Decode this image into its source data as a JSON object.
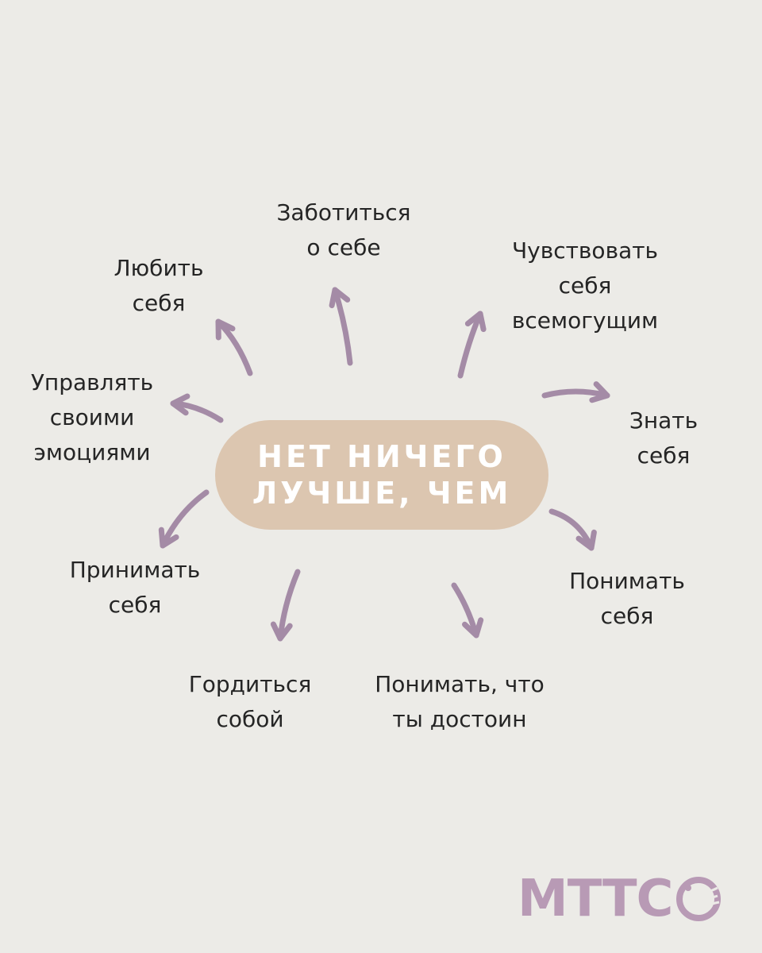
{
  "center": {
    "title": "НЕТ НИЧЕГО\nЛУЧШЕ, ЧЕМ"
  },
  "nodes": [
    {
      "id": "love",
      "label": "Любить\nсебя"
    },
    {
      "id": "care",
      "label": "Заботиться\nо себе"
    },
    {
      "id": "almighty",
      "label": "Чувствовать\nсебя\nвсемогущим"
    },
    {
      "id": "manage",
      "label": "Управлять\nсвоими\nэмоциями"
    },
    {
      "id": "know",
      "label": "Знать\nсебя"
    },
    {
      "id": "accept",
      "label": "Принимать\nсебя"
    },
    {
      "id": "understand",
      "label": "Понимать\nсебя"
    },
    {
      "id": "proud",
      "label": "Гордиться\nсобой"
    },
    {
      "id": "worthy",
      "label": "Понимать, что\nты достоин"
    }
  ],
  "brand": {
    "name": "MTTC",
    "mark": "brand-leaf-mark",
    "color": "#b89ab5"
  },
  "colors": {
    "background": "#ecebe7",
    "pill": "#dcc6b0",
    "arrow": "#a48ba6"
  }
}
